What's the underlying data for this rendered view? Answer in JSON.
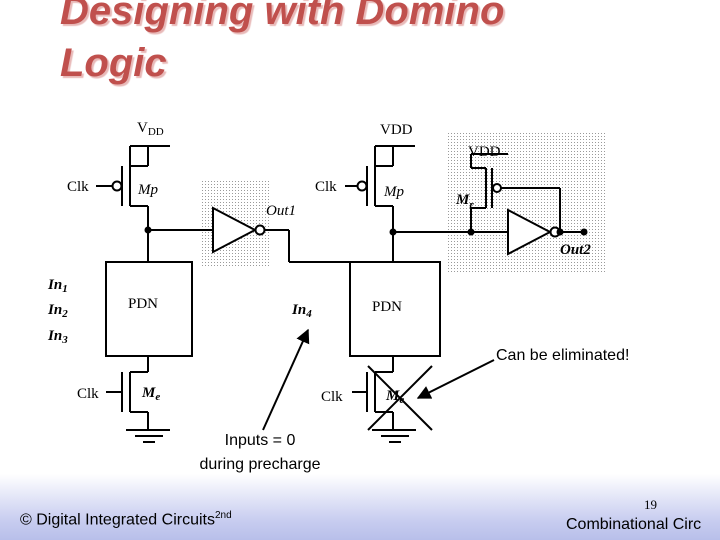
{
  "slide": {
    "title_line1": "Designing with Domino",
    "title_line2": "Logic"
  },
  "circuit": {
    "vdd1": "V",
    "vdd1_sub": "DD",
    "vdd2": "VDD",
    "vdd3": "VDD",
    "clk": "Clk",
    "mp": "Mp",
    "mp_sub": "",
    "mr": "M",
    "mr_sub": "r",
    "out1": "Out1",
    "out2": "Out2",
    "pdn": "PDN",
    "in1": "In",
    "in1_sub": "1",
    "in2": "In",
    "in2_sub": "2",
    "in3": "In",
    "in3_sub": "3",
    "in4": "In",
    "in4_sub": "4",
    "me": "M",
    "me_sub": "e"
  },
  "annotations": {
    "eliminated": "Can be eliminated!",
    "inputs_line1": "Inputs = 0",
    "inputs_line2": "during precharge"
  },
  "footer": {
    "copyright": "© Digital Integrated Circuits",
    "edition": "2nd",
    "page": "19",
    "chapter": "Combinational Circ"
  }
}
